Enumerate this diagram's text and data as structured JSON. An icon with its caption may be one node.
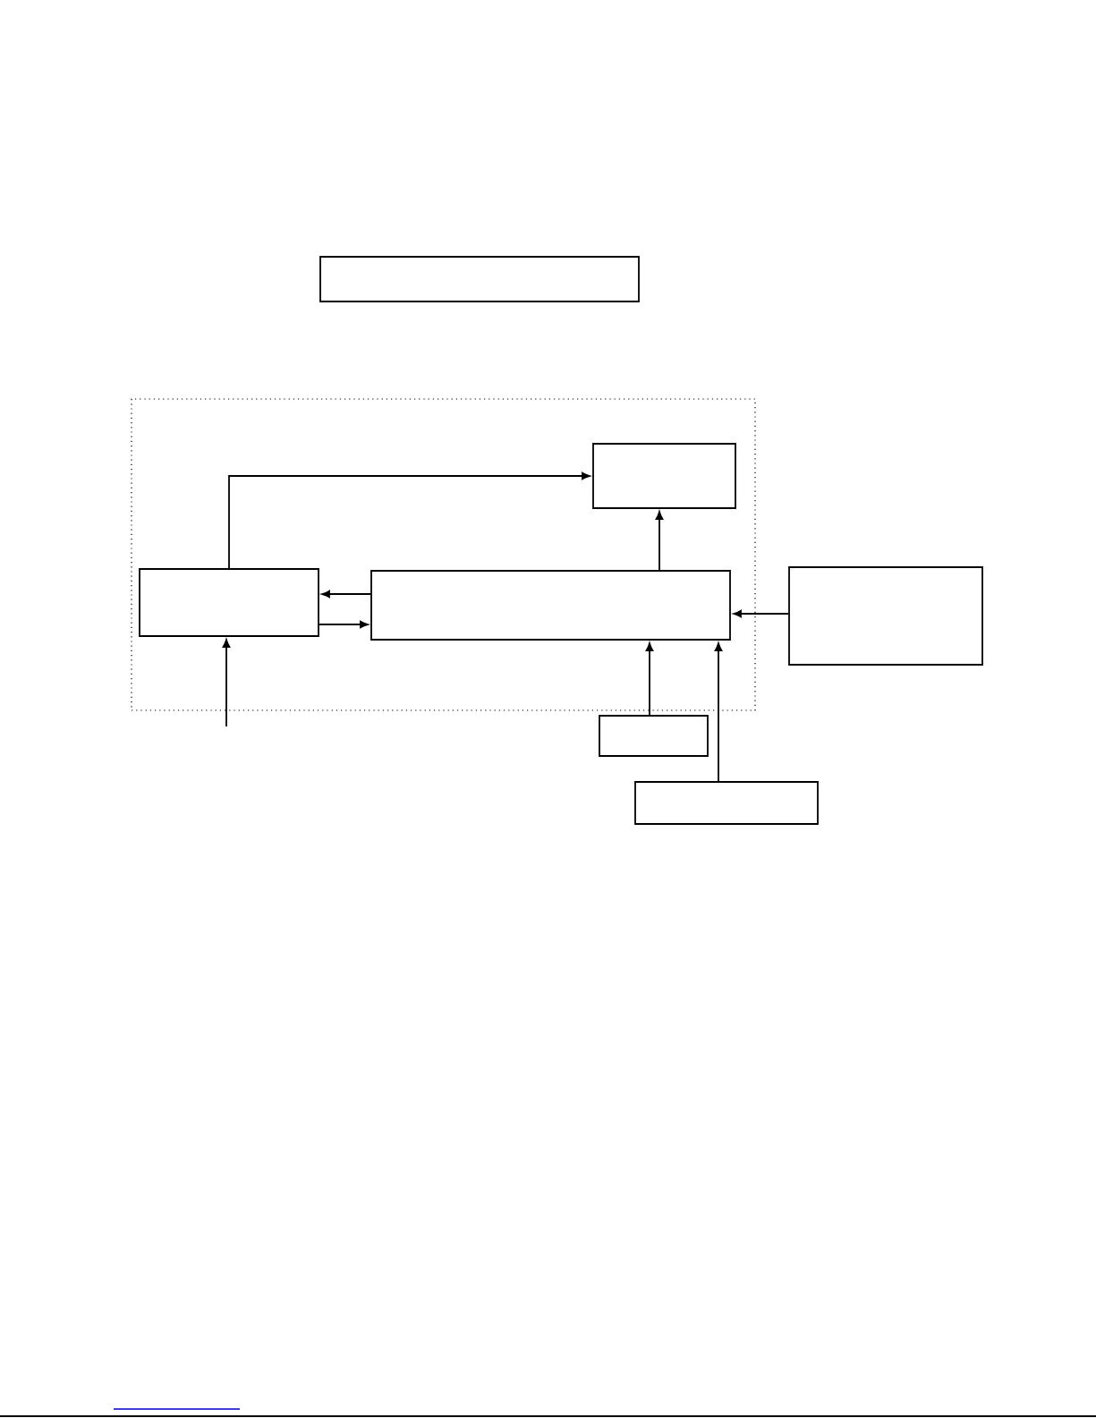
{
  "diagram": {
    "nodes": [
      {
        "text": [],
        "shape": "box"
      },
      {
        "text": [],
        "shape": "box"
      },
      {
        "text": [],
        "shape": "box",
        "in": 1
      },
      {
        "text": [],
        "shape": "box",
        "in": 1
      },
      {
        "text": [],
        "shape": "box",
        "in": 1
      },
      {
        "text": [],
        "shape": "box"
      },
      {
        "text": [],
        "shape": "box"
      },
      {
        "text": [],
        "shape": "box"
      }
    ],
    "edges": [
      {
        "from": 3,
        "to": 2,
        "arrow": "to"
      },
      {
        "from": 4,
        "to": 2,
        "arrow": "to"
      },
      {
        "from": 4,
        "to": 3,
        "arrow": "to"
      },
      {
        "from": 3,
        "to": 4,
        "arrow": "to"
      },
      {
        "from": null,
        "to": 3,
        "arrow": "to"
      },
      {
        "from": 5,
        "to": 4,
        "arrow": "to"
      },
      {
        "from": 6,
        "to": 4,
        "arrow": "to"
      },
      {
        "from": 7,
        "to": 4,
        "arrow": "to"
      }
    ]
  }
}
